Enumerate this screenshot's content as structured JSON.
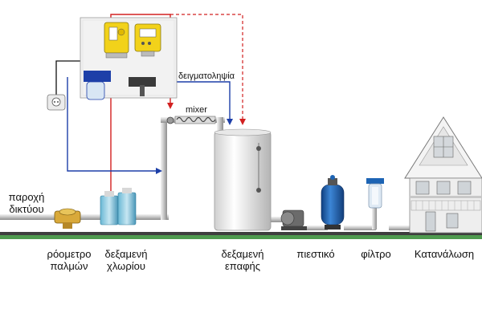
{
  "labels": {
    "sampling": "δειγματοληψία",
    "mixer": "mixer",
    "mains_supply": "παροχή\nδικτύου",
    "pulse_meter": "ρόομετρο\nπαλμών",
    "chlorine_tank": "δεξαμενή\nχλωρίου",
    "contact_tank": "δεξαμενή\nεπαφής",
    "pressure_tank": "πιεστικό",
    "filter": "φίλτρο",
    "consumption": "Κατανάλωση"
  },
  "colors": {
    "ground": "#4f9a4f",
    "pipe": "#c8c8c8",
    "signal_red": "#d22020",
    "sample_blue": "#1d3fa8",
    "power_black": "#111111",
    "panel": "#f2f2f2",
    "controller_yellow": "#f2d21a",
    "pressure_tank_blue": "#1d64b4",
    "chlorine_liquid": "#3fa6c8"
  },
  "icons": [
    "power-socket-icon",
    "dosing-pump-icon",
    "controller-icon",
    "water-meter-icon",
    "pump-icon",
    "house-icon"
  ]
}
